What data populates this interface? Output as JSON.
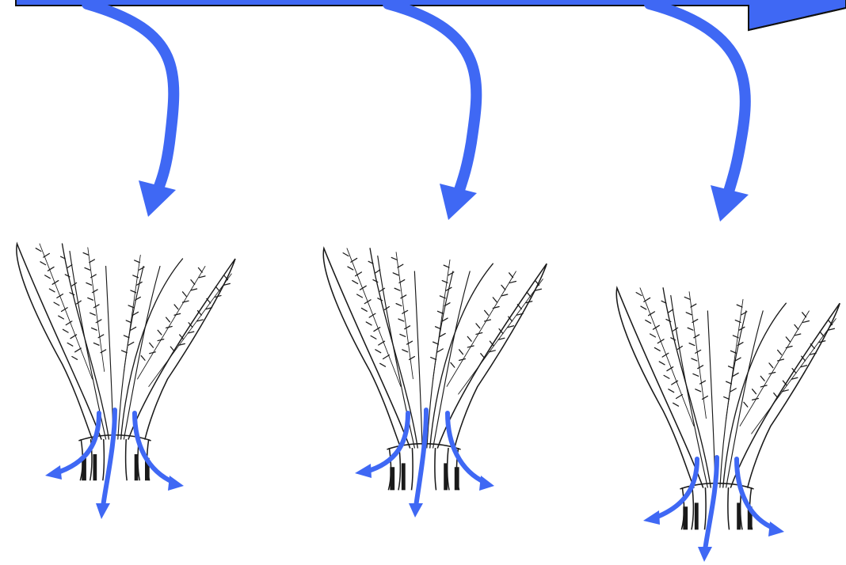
{
  "diagram": {
    "colors": {
      "arrow": "#3f68f4",
      "banner_fill": "#3f68f4",
      "banner_outline": "#111111",
      "plant_ink": "#1a1a1a",
      "background": "#ffffff"
    },
    "banner": {
      "kind": "top-banner-arrow",
      "icon": "right-pointing-block-arrow"
    },
    "plants": [
      {
        "id": "plant-1",
        "icon": "grass-tiller-clump",
        "inflow_arrow": true,
        "root_arrows": 3
      },
      {
        "id": "plant-2",
        "icon": "grass-tiller-clump",
        "inflow_arrow": true,
        "root_arrows": 3
      },
      {
        "id": "plant-3",
        "icon": "grass-tiller-clump",
        "inflow_arrow": true,
        "root_arrows": 3
      }
    ]
  }
}
